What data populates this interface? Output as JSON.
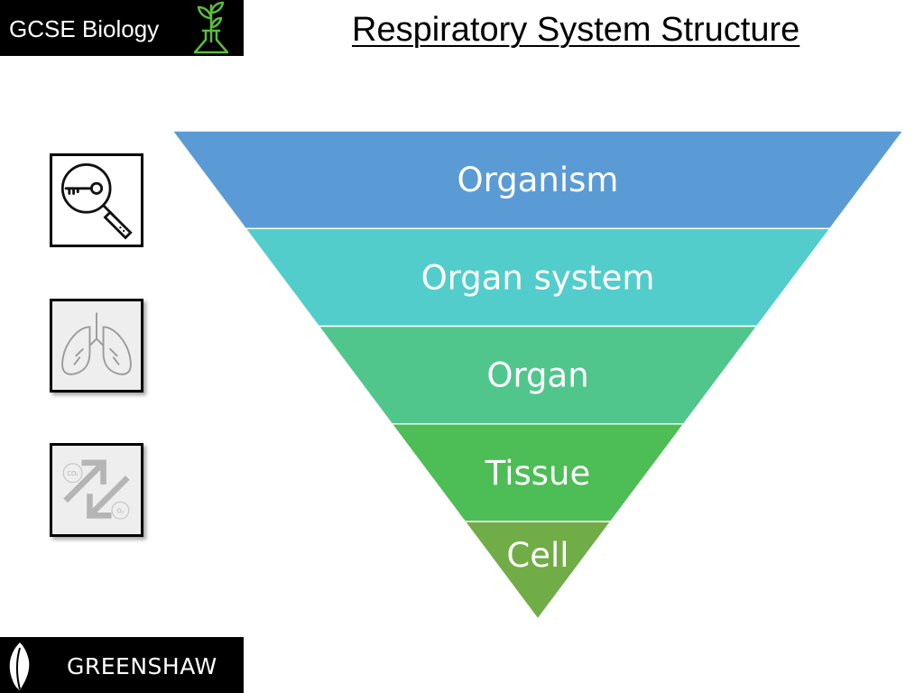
{
  "header": {
    "subject": "GCSE Biology",
    "logo_icon": "flask-plant-icon",
    "logo_color": "#5bbd3a"
  },
  "title": "Respiratory System Structure",
  "side_icons": [
    {
      "icon": "magnifier-key-icon",
      "state": "active"
    },
    {
      "icon": "lungs-icon",
      "state": "faded"
    },
    {
      "icon": "gas-exchange-arrows-icon",
      "state": "faded",
      "labels": [
        "CO₂",
        "O₂"
      ]
    }
  ],
  "hierarchy": {
    "levels": [
      {
        "label": "Organism",
        "color": "#5b9bd5"
      },
      {
        "label": "Organ system",
        "color": "#52cdcc"
      },
      {
        "label": "Organ",
        "color": "#51c68c"
      },
      {
        "label": "Tissue",
        "color": "#4dbd55"
      },
      {
        "label": "Cell",
        "color": "#70ad47"
      }
    ]
  },
  "footer": {
    "school": "GREENSHAW",
    "logo_icon": "leaf-icon"
  }
}
